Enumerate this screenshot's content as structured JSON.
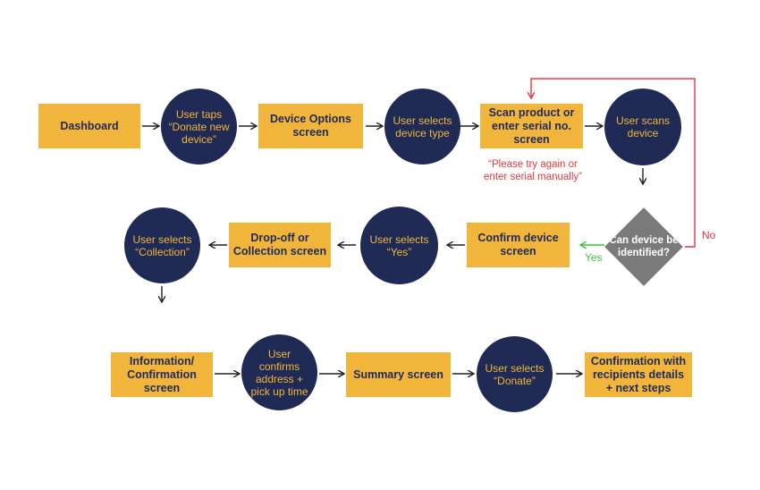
{
  "nodes": {
    "dashboard": "Dashboard",
    "user_taps": "User taps “Donate new device”",
    "device_options": "Device Options screen",
    "selects_type": "User selects device type",
    "scan_product": "Scan product or enter serial no. screen",
    "scans_device": "User scans device",
    "can_identify": "Can device be identified?",
    "confirm_device": "Confirm device screen",
    "selects_yes": "User selects “Yes”",
    "dropoff_collection": "Drop-off or Collection screen",
    "selects_collection": "User selects “Collection”",
    "information": "Information/ Confirmation screen",
    "confirms_address": "User confirms address + pick up time",
    "summary": "Summary screen",
    "selects_donate": "User selects “Donate”",
    "confirmation_final": "Confirmation with recipients details + next steps"
  },
  "edge_labels": {
    "yes": "Yes",
    "no": "No",
    "retry": "“Please try again or enter serial manually”"
  },
  "colors": {
    "rect": "#f2b53c",
    "circle": "#1f2a55",
    "diamond": "#7a7a7a",
    "arrow": "#222222",
    "no_path": "#e0393e",
    "yes_path": "#3cc43c"
  }
}
